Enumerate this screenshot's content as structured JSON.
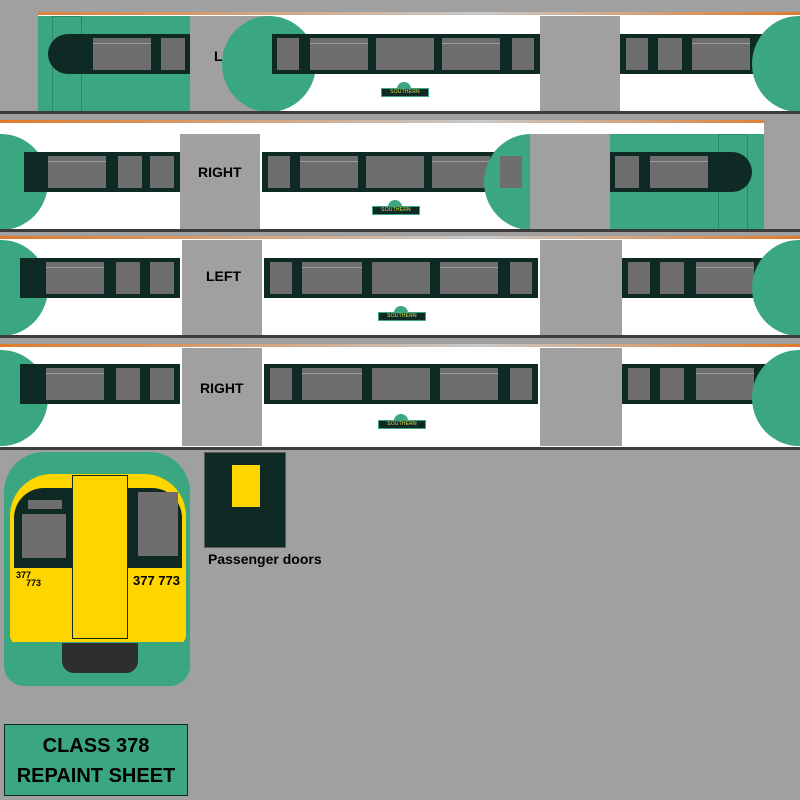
{
  "strips": [
    {
      "label": "LEFT",
      "logo": "SOUTHERN"
    },
    {
      "label": "RIGHT",
      "logo": "SOUTHERN"
    },
    {
      "label": "LEFT",
      "logo": "SOUTHERN"
    },
    {
      "label": "RIGHT",
      "logo": "SOUTHERN"
    }
  ],
  "cab": {
    "number_small_line1": "377",
    "number_small_line2": "773",
    "number_large": "377 773"
  },
  "doors_label": "Passenger doors",
  "title": {
    "line1": "CLASS 378",
    "line2": "REPAINT SHEET"
  },
  "colors": {
    "green": "#3aa781",
    "dark_green": "#0f2a25",
    "yellow": "#ffd500",
    "grey": "#a0a0a0",
    "window": "#6e6e6e"
  }
}
